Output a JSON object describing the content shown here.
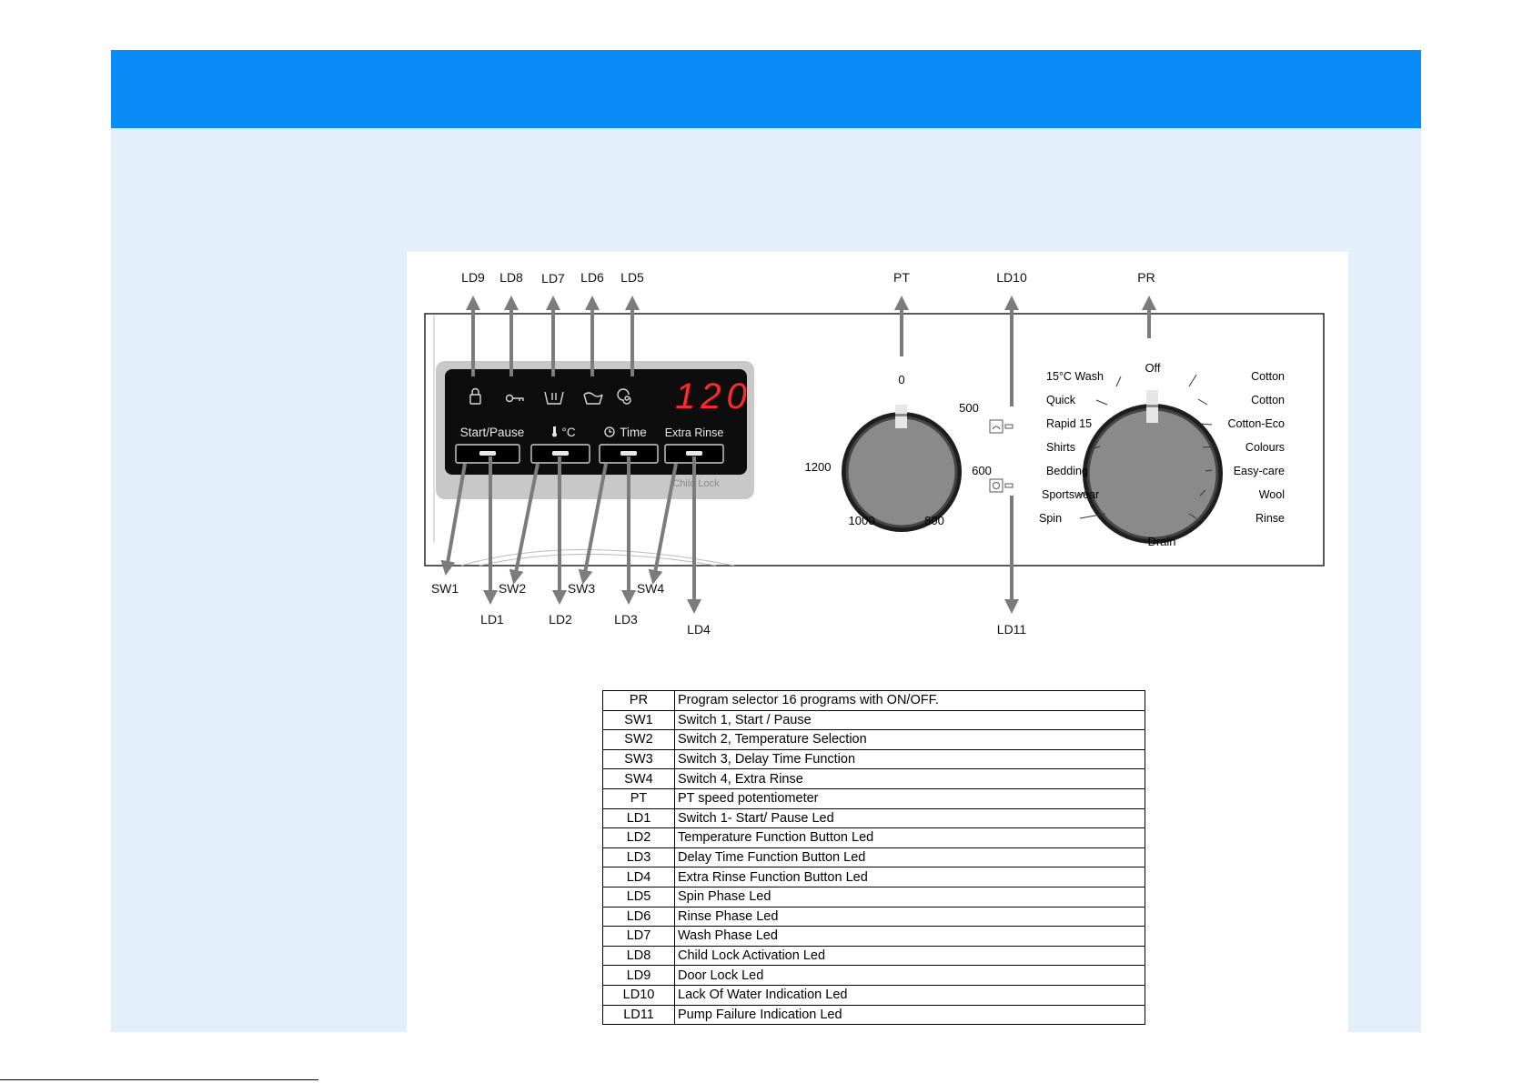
{
  "callouts": {
    "ld9": "LD9",
    "ld8": "LD8",
    "ld7": "LD7",
    "ld6": "LD6",
    "ld5": "LD5",
    "pt": "PT",
    "ld10": "LD10",
    "pr": "PR",
    "sw1": "SW1",
    "sw2": "SW2",
    "sw3": "SW3",
    "sw4": "SW4",
    "ld1": "LD1",
    "ld2": "LD2",
    "ld3": "LD3",
    "ld4": "LD4",
    "ld11": "LD11"
  },
  "display": {
    "digits": "120",
    "buttons": {
      "start_pause": "Start/Pause",
      "temp_unit": "°C",
      "time": "Time",
      "extra_rinse": "Extra Rinse"
    },
    "child_lock": "Child Lock"
  },
  "speed_dial": {
    "ticks": {
      "t0": "0",
      "t500": "500",
      "t600": "600",
      "t800": "800",
      "t1000": "1000",
      "t1200": "1200"
    }
  },
  "program_dial": {
    "off": "Off",
    "left_programs": [
      "15°C Wash",
      "Quick",
      "Rapid 15",
      "Shirts",
      "Bedding",
      "Sportswear",
      "Spin"
    ],
    "right_programs": [
      "Cotton",
      "Cotton",
      "Cotton-Eco",
      "Colours",
      "Easy-care",
      "Wool",
      "Rinse"
    ],
    "bottom": "Drain"
  },
  "icons": [
    "door-lock-icon",
    "child-lock-key-icon",
    "wash-tub-icon",
    "rinse-tub-icon",
    "spin-spiral-icon",
    "thermometer-icon",
    "clock-icon"
  ],
  "colors": {
    "banner": "#0a8cf8",
    "slide_bg": "#e3effb",
    "arrow": "#7c7c7c",
    "panel_grey": "#c8c8c8",
    "display_black": "#0d0d0d"
  },
  "legend": {
    "rows": [
      {
        "code": "PR",
        "desc": "Program selector 16 programs with ON/OFF."
      },
      {
        "code": "SW1",
        "desc": "Switch 1, Start / Pause"
      },
      {
        "code": "SW2",
        "desc": "Switch 2, Temperature Selection"
      },
      {
        "code": "SW3",
        "desc": "Switch 3, Delay Time Function"
      },
      {
        "code": "SW4",
        "desc": "Switch 4, Extra Rinse"
      },
      {
        "code": "PT",
        "desc": "PT speed potentiometer"
      },
      {
        "code": "LD1",
        "desc": "Switch 1- Start/ Pause Led"
      },
      {
        "code": "LD2",
        "desc": "Temperature Function Button Led"
      },
      {
        "code": "LD3",
        "desc": "Delay Time Function Button Led"
      },
      {
        "code": "LD4",
        "desc": "Extra Rinse Function Button Led"
      },
      {
        "code": "LD5",
        "desc": "Spin Phase Led"
      },
      {
        "code": "LD6",
        "desc": "Rinse Phase Led"
      },
      {
        "code": "LD7",
        "desc": "Wash Phase Led"
      },
      {
        "code": "LD8",
        "desc": "Child Lock Activation Led"
      },
      {
        "code": "LD9",
        "desc": "Door Lock Led"
      },
      {
        "code": "LD10",
        "desc": "Lack Of Water Indication Led"
      },
      {
        "code": "LD11",
        "desc": "Pump Failure Indication Led"
      }
    ]
  }
}
